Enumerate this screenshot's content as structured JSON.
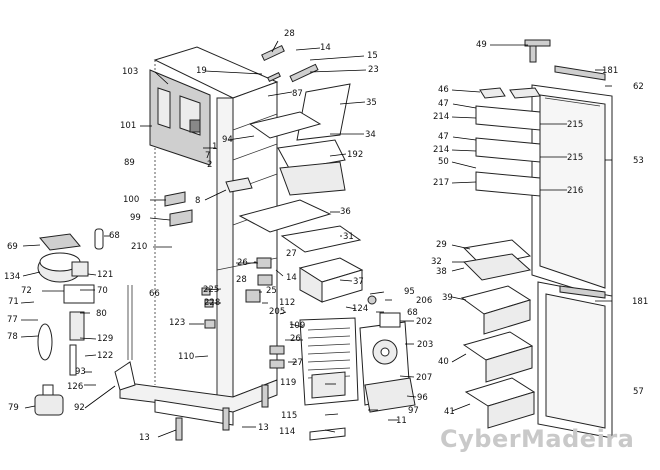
{
  "labels": [
    {
      "id": "28",
      "text": "28"
    },
    {
      "id": "14a",
      "text": "14"
    },
    {
      "id": "15",
      "text": "15"
    },
    {
      "id": "103",
      "text": "103"
    },
    {
      "id": "19",
      "text": "19"
    },
    {
      "id": "23",
      "text": "23"
    },
    {
      "id": "87",
      "text": "87"
    },
    {
      "id": "35",
      "text": "35"
    },
    {
      "id": "101",
      "text": "101"
    },
    {
      "id": "94",
      "text": "94"
    },
    {
      "id": "34",
      "text": "34"
    },
    {
      "id": "1",
      "text": "1"
    },
    {
      "id": "7",
      "text": "7"
    },
    {
      "id": "2",
      "text": "2"
    },
    {
      "id": "192",
      "text": "192"
    },
    {
      "id": "89",
      "text": "89"
    },
    {
      "id": "8",
      "text": "8"
    },
    {
      "id": "100",
      "text": "100"
    },
    {
      "id": "36",
      "text": "36"
    },
    {
      "id": "99",
      "text": "99"
    },
    {
      "id": "31",
      "text": "31"
    },
    {
      "id": "69",
      "text": "69"
    },
    {
      "id": "68",
      "text": "68"
    },
    {
      "id": "210",
      "text": "210"
    },
    {
      "id": "27a",
      "text": "27"
    },
    {
      "id": "26a",
      "text": "26"
    },
    {
      "id": "14b",
      "text": "14"
    },
    {
      "id": "37",
      "text": "37"
    },
    {
      "id": "134",
      "text": "134"
    },
    {
      "id": "121",
      "text": "121"
    },
    {
      "id": "225",
      "text": "225"
    },
    {
      "id": "28b",
      "text": "28"
    },
    {
      "id": "72",
      "text": "72"
    },
    {
      "id": "70",
      "text": "70"
    },
    {
      "id": "66",
      "text": "66"
    },
    {
      "id": "25",
      "text": "25"
    },
    {
      "id": "124",
      "text": "124"
    },
    {
      "id": "95",
      "text": "95"
    },
    {
      "id": "71",
      "text": "71"
    },
    {
      "id": "228",
      "text": "228"
    },
    {
      "id": "112",
      "text": "112"
    },
    {
      "id": "206",
      "text": "206"
    },
    {
      "id": "80",
      "text": "80"
    },
    {
      "id": "77",
      "text": "77"
    },
    {
      "id": "205",
      "text": "205"
    },
    {
      "id": "68b",
      "text": "68"
    },
    {
      "id": "123",
      "text": "123"
    },
    {
      "id": "109",
      "text": "109"
    },
    {
      "id": "202",
      "text": "202"
    },
    {
      "id": "78",
      "text": "78"
    },
    {
      "id": "129",
      "text": "129"
    },
    {
      "id": "26b",
      "text": "26"
    },
    {
      "id": "203",
      "text": "203"
    },
    {
      "id": "122",
      "text": "122"
    },
    {
      "id": "110",
      "text": "110"
    },
    {
      "id": "27b",
      "text": "27"
    },
    {
      "id": "93",
      "text": "93"
    },
    {
      "id": "207",
      "text": "207"
    },
    {
      "id": "126",
      "text": "126"
    },
    {
      "id": "119",
      "text": "119"
    },
    {
      "id": "96",
      "text": "96"
    },
    {
      "id": "79",
      "text": "79"
    },
    {
      "id": "92",
      "text": "92"
    },
    {
      "id": "115",
      "text": "115"
    },
    {
      "id": "97",
      "text": "97"
    },
    {
      "id": "13a",
      "text": "13"
    },
    {
      "id": "13b",
      "text": "13"
    },
    {
      "id": "114",
      "text": "114"
    },
    {
      "id": "11x",
      "text": "11"
    },
    {
      "id": "49",
      "text": "49"
    },
    {
      "id": "181a",
      "text": "181"
    },
    {
      "id": "46",
      "text": "46"
    },
    {
      "id": "62",
      "text": "62"
    },
    {
      "id": "47a",
      "text": "47"
    },
    {
      "id": "214a",
      "text": "214"
    },
    {
      "id": "215a",
      "text": "215"
    },
    {
      "id": "47b",
      "text": "47"
    },
    {
      "id": "214b",
      "text": "214"
    },
    {
      "id": "215b",
      "text": "215"
    },
    {
      "id": "50",
      "text": "50"
    },
    {
      "id": "53",
      "text": "53"
    },
    {
      "id": "217",
      "text": "217"
    },
    {
      "id": "216",
      "text": "216"
    },
    {
      "id": "29",
      "text": "29"
    },
    {
      "id": "32",
      "text": "32"
    },
    {
      "id": "38",
      "text": "38"
    },
    {
      "id": "39",
      "text": "39"
    },
    {
      "id": "181b",
      "text": "181"
    },
    {
      "id": "40",
      "text": "40"
    },
    {
      "id": "57",
      "text": "57"
    },
    {
      "id": "41",
      "text": "41"
    }
  ],
  "watermark": "CyberMadeira"
}
